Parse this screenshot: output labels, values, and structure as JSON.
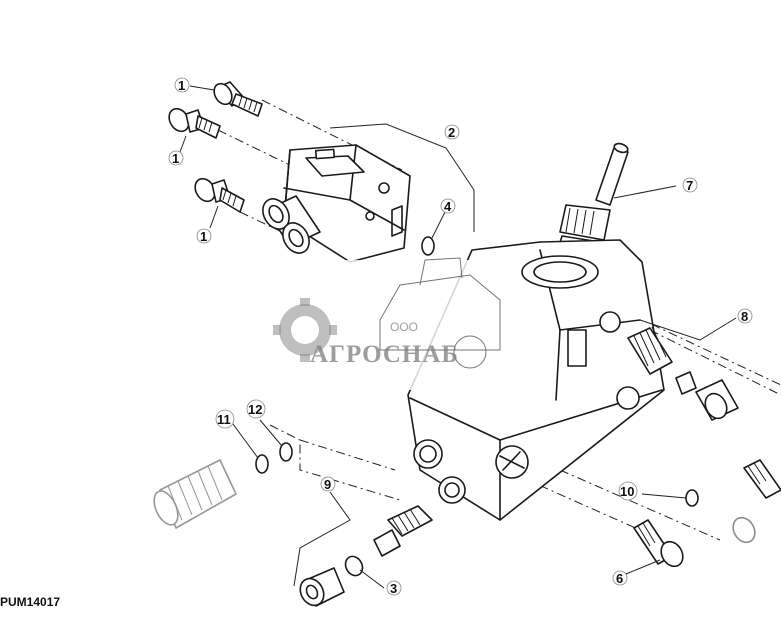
{
  "diagram": {
    "drawing_code": "PUM14017",
    "callouts": [
      "1",
      "1",
      "1",
      "2",
      "3",
      "4",
      "6",
      "7",
      "8",
      "9",
      "10",
      "11",
      "12"
    ]
  },
  "watermark": {
    "company_prefix": "ООО",
    "company_name": "АГРОСНАБ"
  }
}
